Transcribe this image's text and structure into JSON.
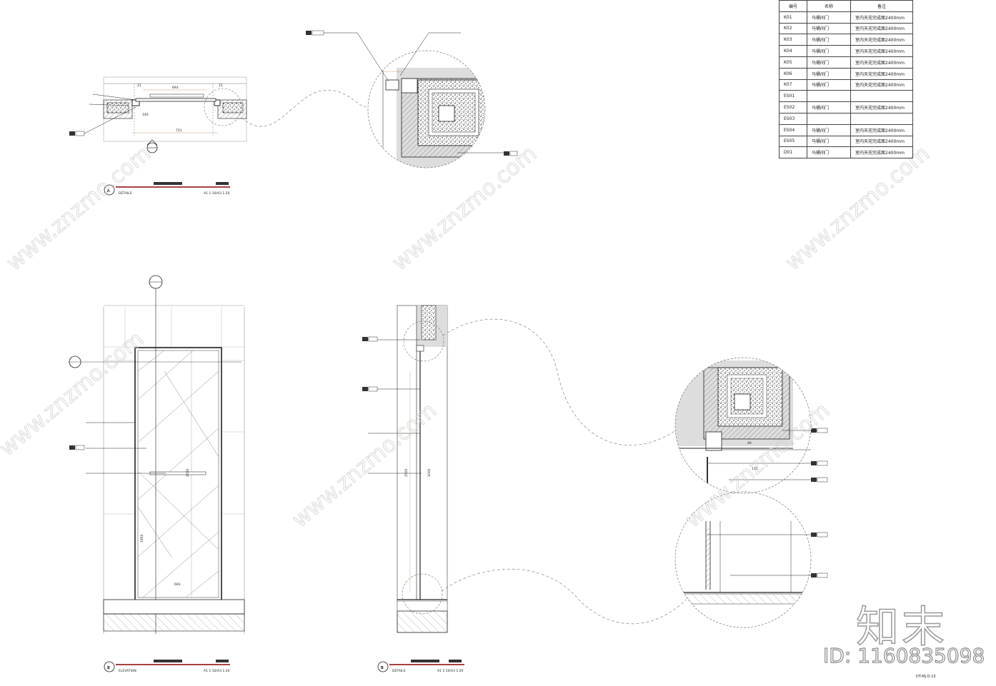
{
  "schedule": {
    "headers": [
      "编号",
      "名称",
      "备注"
    ],
    "rows": [
      [
        "K01",
        "马桶间门",
        "室内天花完成面2400mm"
      ],
      [
        "K02",
        "马桶间门",
        "室内天花完成面2400mm"
      ],
      [
        "K03",
        "马桶间门",
        "室内天花完成面2400mm"
      ],
      [
        "K04",
        "马桶间门",
        "室内天花完成面2400mm"
      ],
      [
        "K05",
        "马桶间门",
        "室内天花完成面2400mm"
      ],
      [
        "K06",
        "马桶间门",
        "室内天花完成面2400mm"
      ],
      [
        "K07",
        "马桶间门",
        "室内天花完成面2400mm"
      ],
      [
        "ES01",
        "",
        ""
      ],
      [
        "ES02",
        "马桶间门",
        "室内天花完成面2400mm"
      ],
      [
        "ES03",
        "",
        ""
      ],
      [
        "ES04",
        "马桶间门",
        "室内天花完成面2400mm"
      ],
      [
        "ES05",
        "马桶间门",
        "室内天花完成面2400mm"
      ],
      [
        "D01",
        "马桶间门",
        "室内天花完成面2400mm"
      ]
    ]
  },
  "titles": {
    "plan": {
      "marker": "A",
      "sub": "DETAILS",
      "scale": "A1 1:10/A3 1:20"
    },
    "elevation": {
      "marker": "B",
      "sub": "ELEVATION",
      "scale": "A1 1:10/A3 1:20"
    },
    "section": {
      "marker": "B",
      "sub": "DETAILS",
      "scale": "A1 1:10/A3 1:20"
    }
  },
  "dimensions": {
    "plan": [
      "693",
      "21",
      "21",
      "721",
      "140"
    ],
    "elevation": [
      "693",
      "2050",
      "1950"
    ],
    "section": [
      "2500",
      "1000"
    ],
    "detail": [
      "46",
      "110"
    ]
  },
  "watermark": {
    "brand": "知末",
    "id": "ID: 1160835098",
    "site": "www.znzmo.com"
  },
  "sheet_code": "DT-MJ.D-15"
}
